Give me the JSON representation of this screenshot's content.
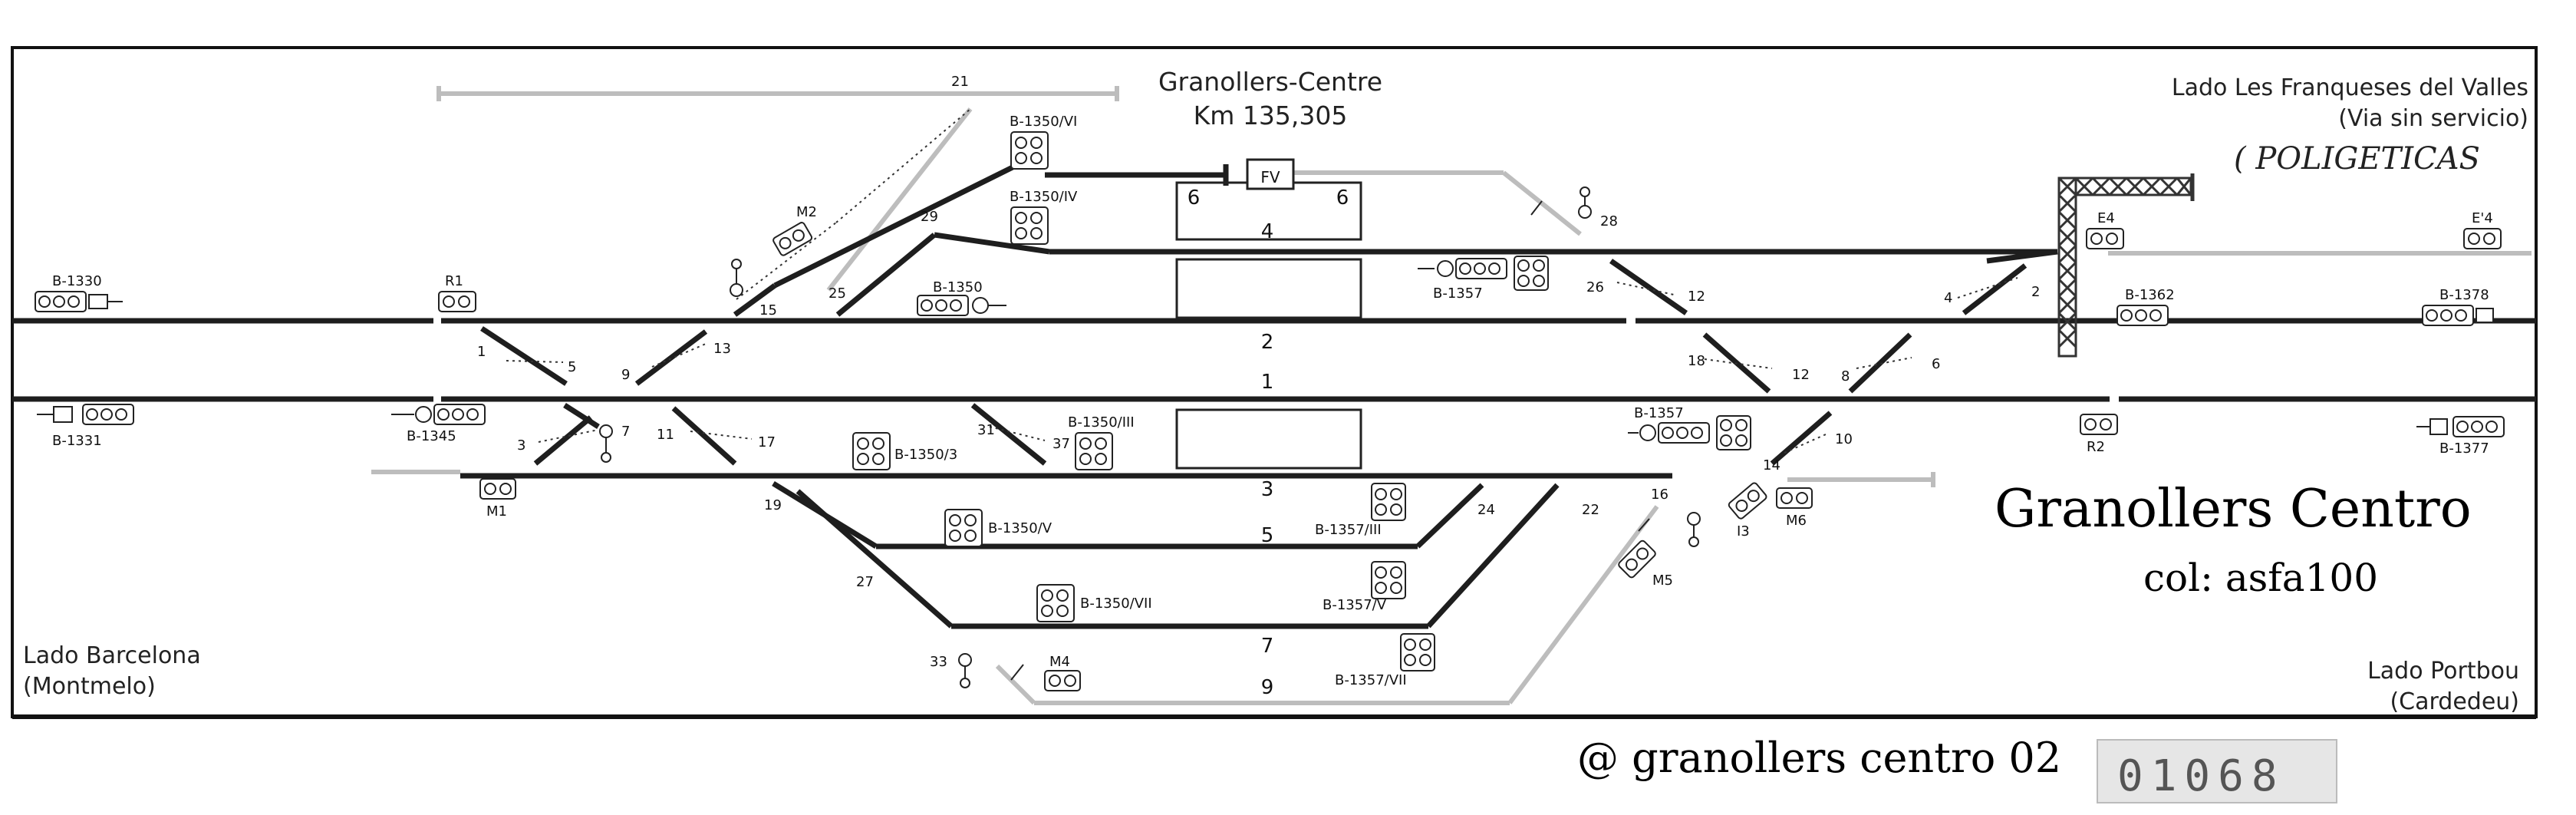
{
  "station": {
    "name": "Granollers-Centre",
    "km": "Km 135,305"
  },
  "sides": {
    "upper_right_1": "Lado Les Franqueses del Valles",
    "upper_right_2": "(Via sin servicio)",
    "handwritten_note": "( POLIGETICAS",
    "lower_left_1": "Lado Barcelona",
    "lower_left_2": "(Montmelo)",
    "lower_right_1": "Lado Portbou",
    "lower_right_2": "(Cardedeu)"
  },
  "annotation": {
    "title": "Granollers Centro",
    "subtitle": "col: asfa100",
    "footer": "@ granollers centro 02",
    "stamp": "01068"
  },
  "tracks": {
    "t1": "1",
    "t2": "2",
    "t3": "3",
    "t4": "4",
    "t5": "5",
    "t6": "6",
    "t7": "7",
    "t9": "9",
    "t6_left": "6",
    "t6_right": "6"
  },
  "platform_marker": "FV",
  "switches": {
    "s1": "1",
    "s2": "2",
    "s3": "3",
    "s4": "4",
    "s5": "5",
    "s6": "6",
    "s7": "7",
    "s8": "8",
    "s9": "9",
    "s10": "10",
    "s11": "11",
    "s12a": "12",
    "s12b": "12",
    "s13": "13",
    "s14": "14",
    "s15": "15",
    "s16": "16",
    "s17": "17",
    "s18": "18",
    "s19": "19",
    "s21": "21",
    "s22": "22",
    "s24": "24",
    "s25": "25",
    "s26": "26",
    "s27": "27",
    "s28": "28",
    "s29": "29",
    "s31": "31",
    "s33": "33",
    "s37": "37"
  },
  "signals": {
    "b1330": "B-1330",
    "b1331": "B-1331",
    "r1": "R1",
    "b1345": "B-1345",
    "m1": "M1",
    "m2": "M2",
    "b1350vi": "B-1350/VI",
    "b1350iv": "B-1350/IV",
    "b1350": "B-1350",
    "b1350iii": "B-1350/III",
    "b1350_3": "B-1350/3",
    "b1350v": "B-1350/V",
    "b1350vii": "B-1350/VII",
    "m4": "M4",
    "b1357": "B-1357",
    "b1357b": "B-1357",
    "b1357iii": "B-1357/III",
    "b1357v": "B-1357/V",
    "b1357vii": "B-1357/VII",
    "m5": "M5",
    "i3": "I3",
    "m6": "M6",
    "e4": "E4",
    "e4b": "E'4",
    "b1362": "B-1362",
    "r2": "R2",
    "b1378": "B-1378",
    "b1377": "B-1377"
  },
  "colors": {
    "track": "#1e1e1e",
    "out_of_service": "#bdbdbd",
    "dotted": "#333333",
    "frame": "#111111",
    "gantry": "#333333"
  },
  "icons": [
    "signal-icon",
    "gantry-icon",
    "derailer-icon"
  ]
}
